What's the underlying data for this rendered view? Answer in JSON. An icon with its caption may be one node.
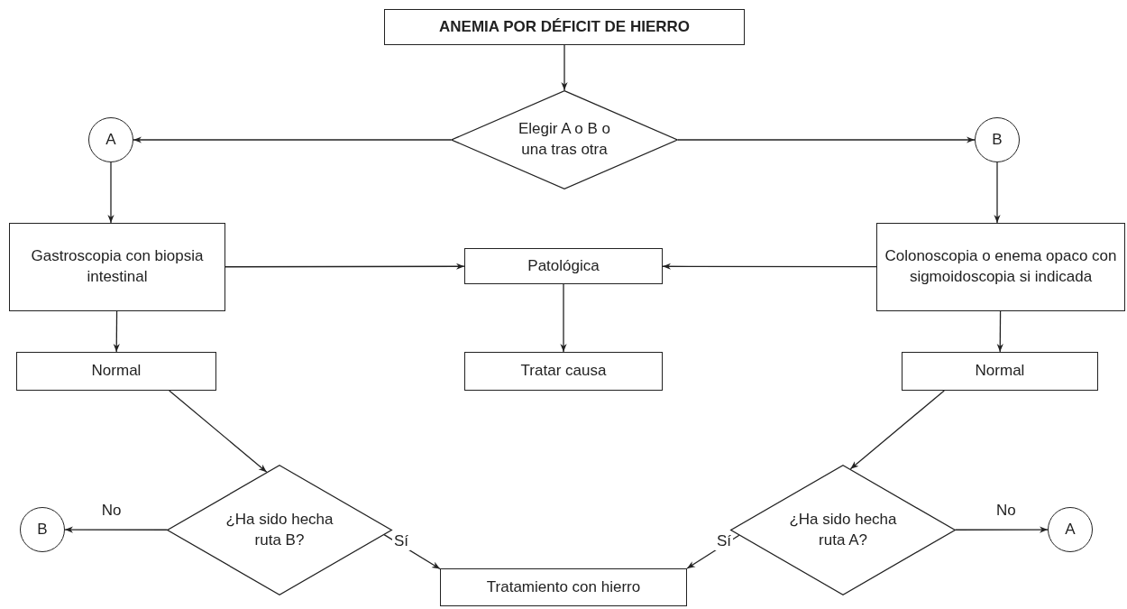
{
  "diagram": {
    "nodes": [
      {
        "text": [
          "ANEMIA POR DÉFICIT DE HIERRO"
        ]
      },
      {
        "text": [
          "Elegir A o B o una tras otra"
        ]
      },
      {
        "text": [
          "A"
        ]
      },
      {
        "text": [
          "B"
        ]
      },
      {
        "text": [
          "Gastroscopia con biopsia intestinal"
        ]
      },
      {
        "text": [
          "Patológica"
        ]
      },
      {
        "text": [
          "Colonoscopia o enema opaco con sigmoidoscopia si indicada"
        ]
      },
      {
        "text": [
          "Normal"
        ]
      },
      {
        "text": [
          "Tratar causa"
        ]
      },
      {
        "text": [
          "Normal"
        ]
      },
      {
        "text": [
          "¿Ha sido hecha ruta B?"
        ]
      },
      {
        "text": [
          "B"
        ]
      },
      {
        "text": [
          "Tratamiento con hierro"
        ]
      },
      {
        "text": [
          "¿Ha sido hecha ruta A?"
        ]
      },
      {
        "text": [
          "A"
        ]
      }
    ],
    "edges": [
      {
        "from": 0,
        "to": 1,
        "arrow": "to"
      },
      {
        "from": 1,
        "to": 2,
        "arrow": "to"
      },
      {
        "from": 1,
        "to": 3,
        "arrow": "to"
      },
      {
        "from": 2,
        "to": 4,
        "arrow": "to"
      },
      {
        "from": 3,
        "to": 6,
        "arrow": "to"
      },
      {
        "from": 4,
        "to": 5,
        "arrow": "to"
      },
      {
        "from": 6,
        "to": 5,
        "arrow": "to"
      },
      {
        "from": 5,
        "to": 8,
        "arrow": "to"
      },
      {
        "from": 4,
        "to": 7,
        "arrow": "to"
      },
      {
        "from": 6,
        "to": 9,
        "arrow": "to"
      },
      {
        "from": 7,
        "to": 10,
        "arrow": "to"
      },
      {
        "from": 9,
        "to": 13,
        "arrow": "to"
      },
      {
        "from": 10,
        "to": 11,
        "arrow": "to",
        "label": "No"
      },
      {
        "from": 10,
        "to": 12,
        "arrow": "to",
        "label": "Sí"
      },
      {
        "from": 13,
        "to": 12,
        "arrow": "to",
        "label": "Sí"
      },
      {
        "from": 13,
        "to": 14,
        "arrow": "to",
        "label": "No"
      }
    ]
  }
}
